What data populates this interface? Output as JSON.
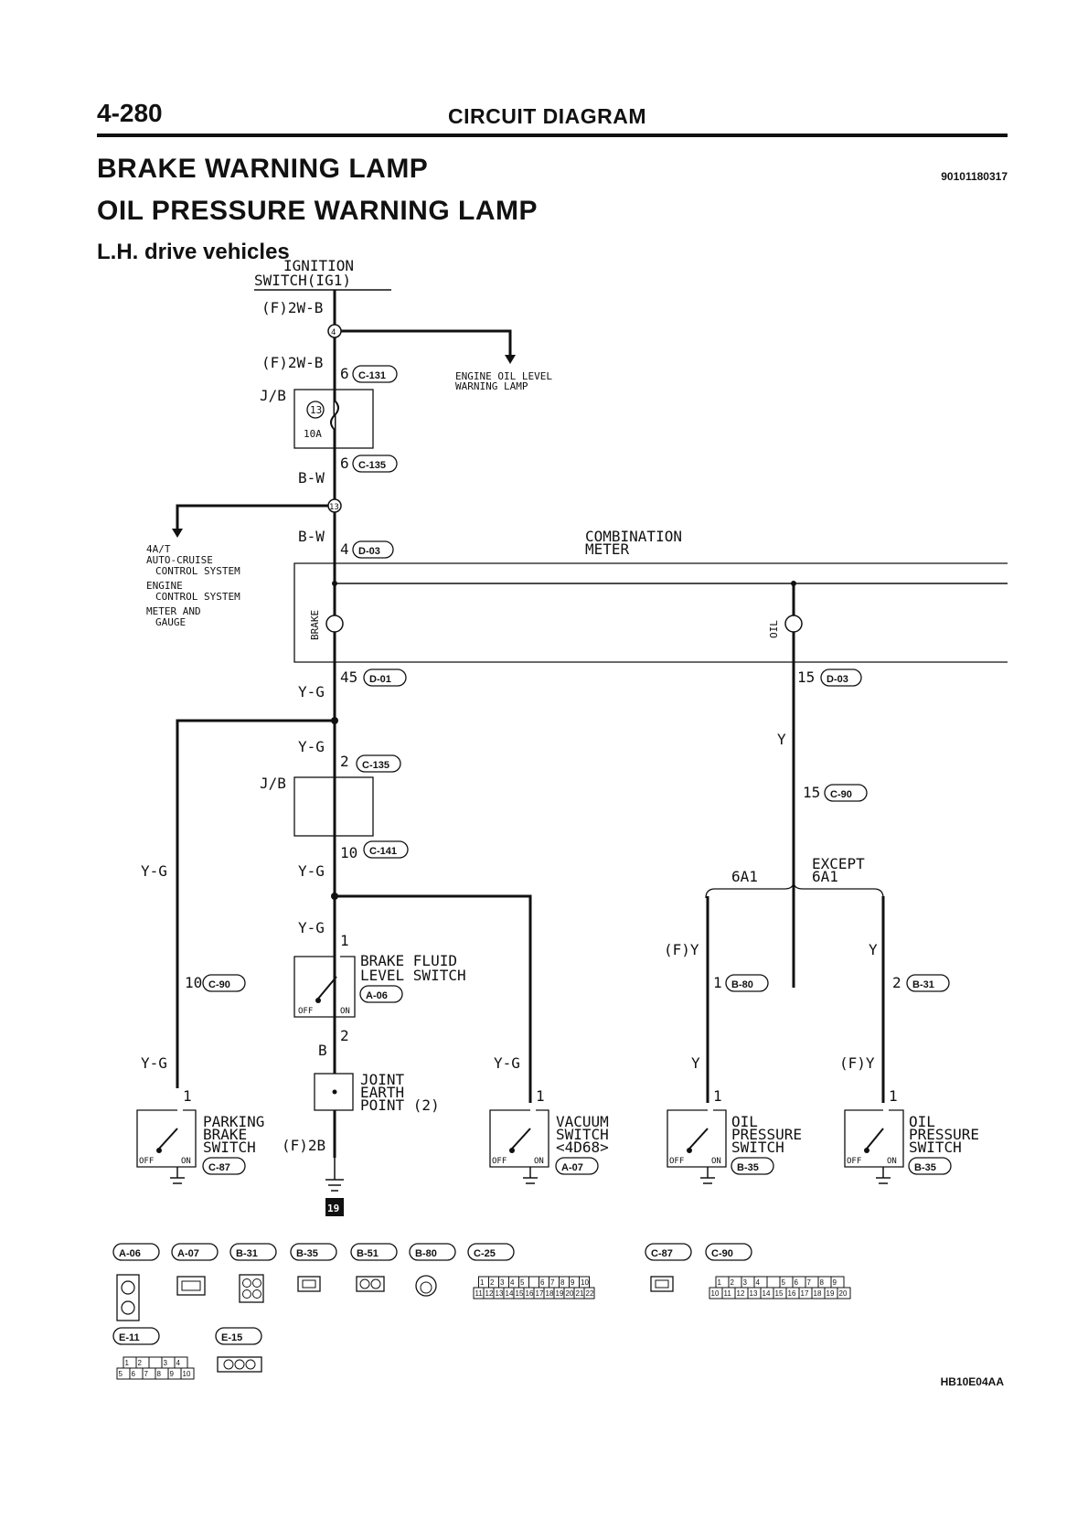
{
  "header": {
    "page_number": "4-280",
    "section": "CIRCUIT DIAGRAM",
    "title_line1": "BRAKE WARNING LAMP",
    "title_line2": "OIL PRESSURE WARNING LAMP",
    "subtitle": "L.H. drive vehicles",
    "doc_code": "90101180317"
  },
  "top": {
    "ignition_line1": "IGNITION",
    "ignition_line2": "SWITCH(IG1)",
    "wire1": "(F)2W-B",
    "wire2": "(F)2W-B",
    "node4": "4",
    "pin6a": "6",
    "conn_c131": "C-131",
    "eol_line1": "ENGINE OIL LEVEL",
    "eol_line2": "WARNING LAMP",
    "jb": "J/B",
    "fuse_no": "13",
    "fuse_rating": "10A",
    "pin6b": "6",
    "conn_c135a": "C-135",
    "wire_bw1": "B-W",
    "node13": "13",
    "wire_bw2": "B-W",
    "pin4": "4",
    "conn_d03a": "D-03",
    "branch_items": [
      "4A/T",
      "AUTO-CRUISE",
      "CONTROL SYSTEM",
      "ENGINE",
      "CONTROL SYSTEM",
      "METER AND",
      "GAUGE"
    ],
    "combo_line1": "COMBINATION",
    "combo_line2": "METER",
    "brake_lamp": "BRAKE",
    "oil_lamp": "OIL"
  },
  "middle": {
    "pin45": "45",
    "conn_d01": "D-01",
    "wire_yg1": "Y-G",
    "wire_yg2": "Y-G",
    "pin2": "2",
    "conn_c135b": "C-135",
    "jb2": "J/B",
    "pin10": "10",
    "conn_c141": "C-141",
    "wire_yg3": "Y-G",
    "wire_yg_left": "Y-G",
    "pin15a": "15",
    "conn_d03b": "D-03",
    "wire_y": "Y",
    "pin15b": "15",
    "conn_c90a": "C-90",
    "opt_6a1": "6A1",
    "opt_except1": "EXCEPT",
    "opt_except2": "6A1"
  },
  "bottom": {
    "wire_yg4": "Y-G",
    "pin1_bf": "1",
    "bf_line1": "BRAKE FLUID",
    "bf_line2": "LEVEL SWITCH",
    "conn_a06": "A-06",
    "pin2_bf": "2",
    "wire_b": "B",
    "je_line1": "JOINT",
    "je_line2": "EARTH",
    "je_line3": "POINT (2)",
    "wire_f2b": "(F)2B",
    "earth_no": "19",
    "pin10_pb": "10",
    "conn_c90b": "C-90",
    "wire_yg5": "Y-G",
    "pin1_pb": "1",
    "pb_line1": "PARKING",
    "pb_line2": "BRAKE",
    "pb_line3": "SWITCH",
    "conn_c87": "C-87",
    "wire_yg6": "Y-G",
    "pin1_vs": "1",
    "vs_line1": "VACUUM",
    "vs_line2": "SWITCH",
    "vs_line3": "<4D68>",
    "conn_a07": "A-07",
    "wire_fy1": "(F)Y",
    "pin1_b80": "1",
    "conn_b80": "B-80",
    "wire_y2": "Y",
    "pin1_op1": "1",
    "op_line1": "OIL",
    "op_line2": "PRESSURE",
    "op_line3": "SWITCH",
    "conn_b35a": "B-35",
    "wire_y3": "Y",
    "pin2_b31": "2",
    "conn_b31": "B-31",
    "wire_fy2": "(F)Y",
    "pin1_op2": "1",
    "conn_b35b": "B-35",
    "off": "OFF",
    "on": "ON"
  },
  "connectors": {
    "labels": [
      "A-06",
      "A-07",
      "B-31",
      "B-35",
      "B-51",
      "B-80",
      "C-25",
      "C-87",
      "C-90",
      "E-11",
      "E-15"
    ],
    "c25_row1": [
      "1",
      "2",
      "3",
      "4",
      "5",
      "",
      "6",
      "7",
      "8",
      "9",
      "10"
    ],
    "c25_row2": [
      "11",
      "12",
      "13",
      "14",
      "15",
      "16",
      "17",
      "18",
      "19",
      "20",
      "21",
      "22"
    ],
    "c90_row1": [
      "1",
      "2",
      "3",
      "4",
      "",
      "5",
      "6",
      "7",
      "8",
      "9"
    ],
    "c90_row2": [
      "10",
      "11",
      "12",
      "13",
      "14",
      "15",
      "16",
      "17",
      "18",
      "19",
      "20"
    ],
    "e11_row1": [
      "1",
      "2",
      "",
      "3",
      "4"
    ],
    "e11_row2": [
      "5",
      "6",
      "7",
      "8",
      "9",
      "10"
    ]
  },
  "footer": {
    "figure_code": "HB10E04AA"
  }
}
